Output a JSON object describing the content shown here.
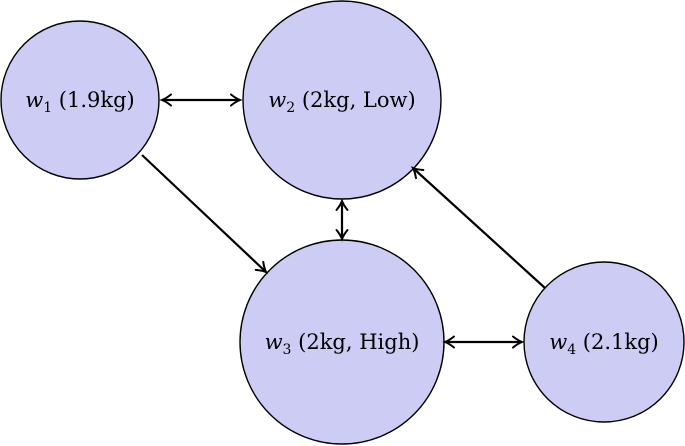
{
  "colors": {
    "node_fill": "#ccccf5",
    "stroke": "#000000",
    "background": "#ffffff"
  },
  "nodes": [
    {
      "id": "w1",
      "var": "w",
      "sub": "1",
      "detail": " (1.9kg)"
    },
    {
      "id": "w2",
      "var": "w",
      "sub": "2",
      "detail": " (2kg, Low)"
    },
    {
      "id": "w3",
      "var": "w",
      "sub": "3",
      "detail": " (2kg, High)"
    },
    {
      "id": "w4",
      "var": "w",
      "sub": "4",
      "detail": " (2.1kg)"
    }
  ],
  "edges": [
    {
      "from": "w1",
      "to": "w2",
      "direction": "both"
    },
    {
      "from": "w1",
      "to": "w3",
      "direction": "forward"
    },
    {
      "from": "w2",
      "to": "w3",
      "direction": "both"
    },
    {
      "from": "w3",
      "to": "w4",
      "direction": "both"
    },
    {
      "from": "w4",
      "to": "w2",
      "direction": "forward"
    }
  ]
}
